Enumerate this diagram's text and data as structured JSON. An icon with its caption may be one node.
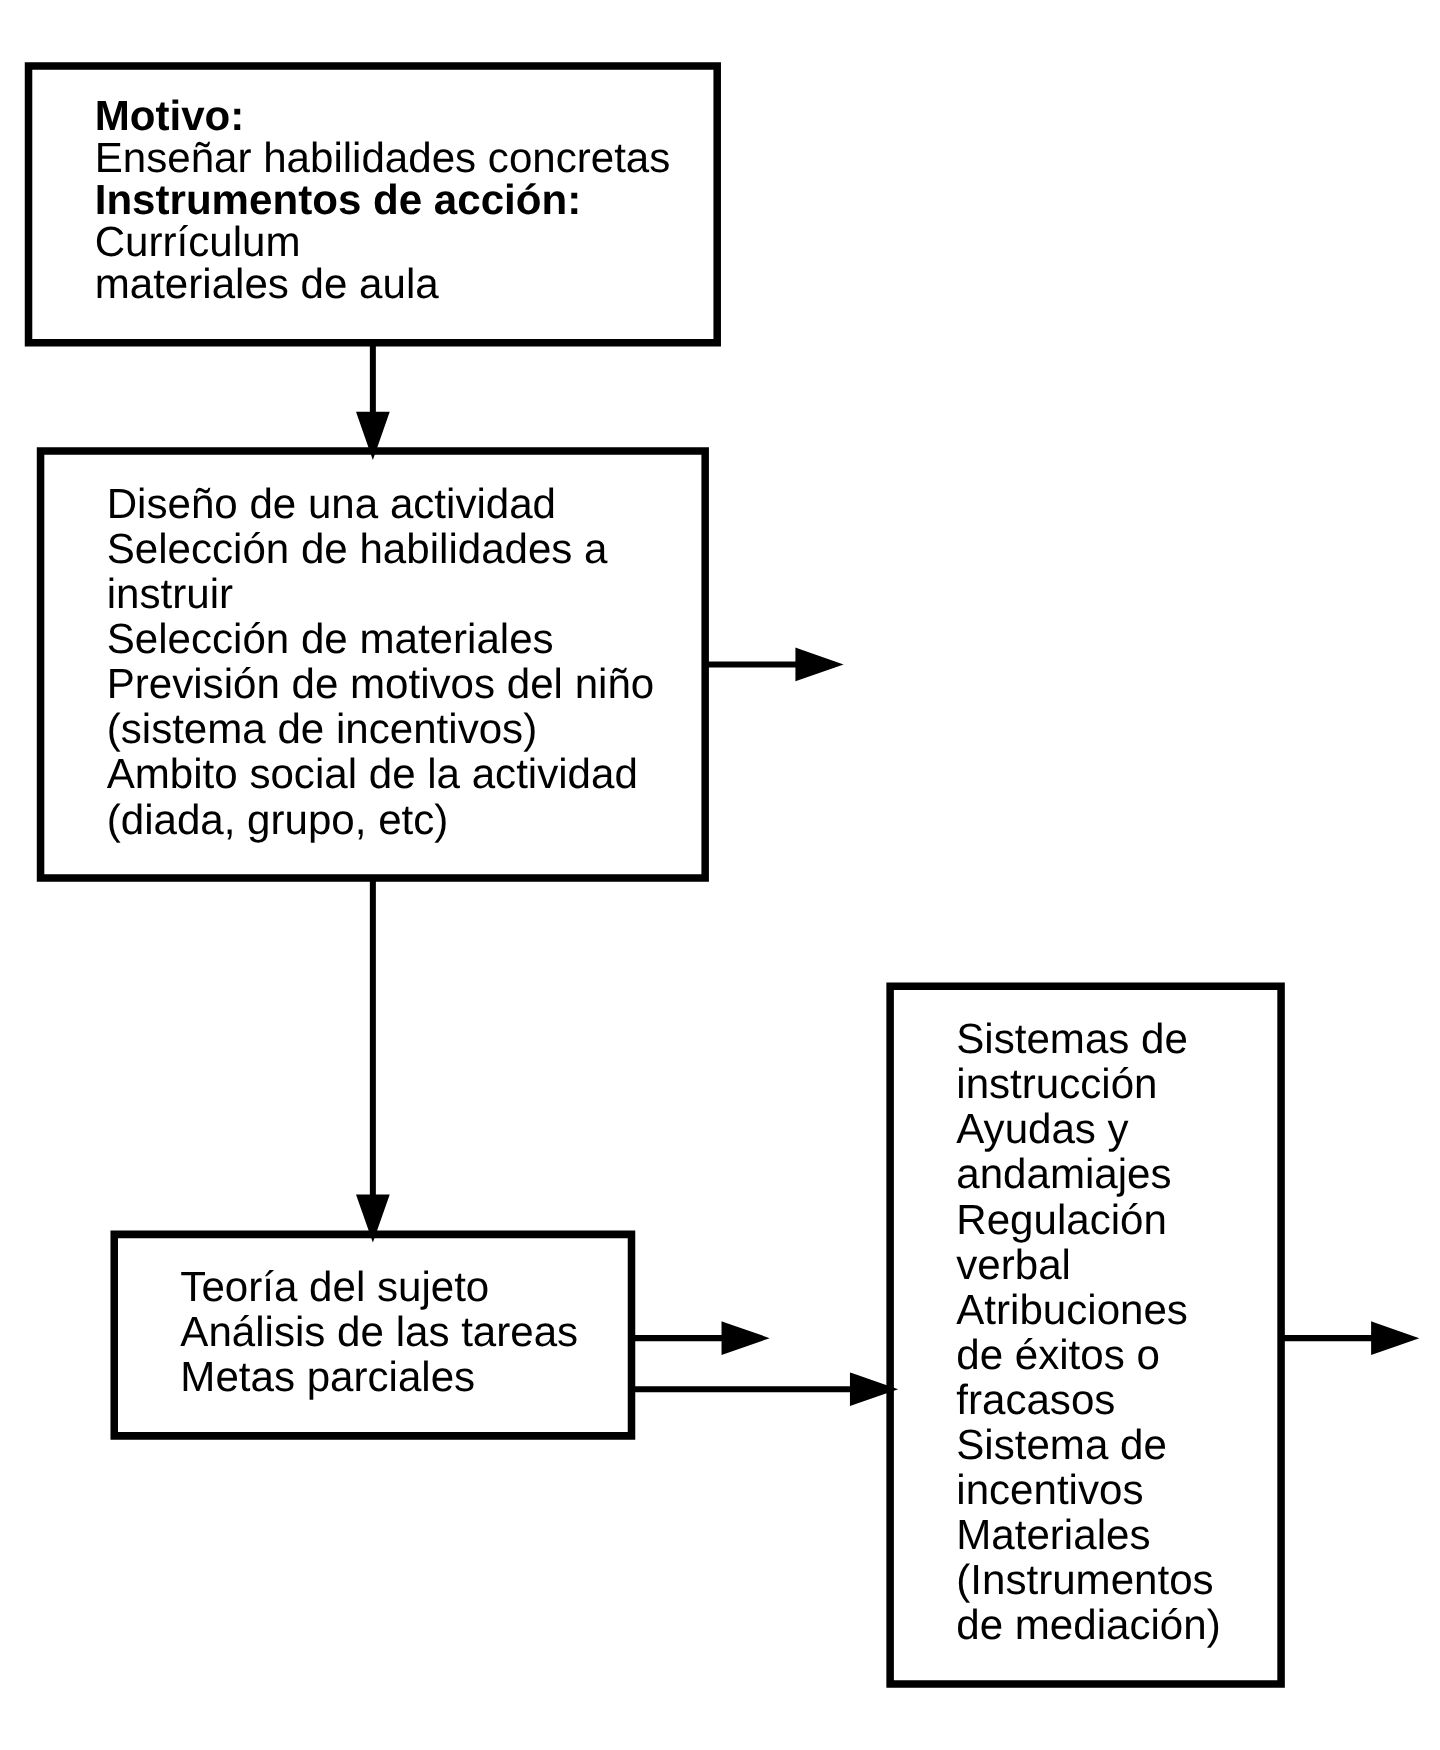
{
  "diagram": {
    "nodes": [
      {
        "text": [
          "Motivo:",
          "Enseñar habilidades concretas",
          "Instrumentos de acción:",
          "Currículum",
          "materiales de aula"
        ]
      },
      {
        "text": [
          "Diseño de una actividad",
          "Selección de habilidades a instruir",
          "Selección de materiales",
          "Previsión de motivos del niño (sistema de incentivos)",
          "Ambito social de la actividad (diada, grupo, etc)"
        ]
      },
      {
        "text": [
          "Teoría del sujeto",
          "Análisis de las tareas",
          "Metas parciales"
        ]
      },
      {
        "text": [
          "Sistemas de instrucción",
          "Ayudas y andamiajes",
          "Regulación verbal",
          "Atribuciones de éxitos o fracasos",
          "Sistema de incentivos",
          "Materiales (Instrumentos de mediación)"
        ]
      }
    ],
    "edges": [
      {
        "from": 0,
        "to": 1,
        "arrow": "to"
      },
      {
        "from": 1,
        "to": null,
        "arrow": "to"
      },
      {
        "from": 1,
        "to": 2,
        "arrow": "to"
      },
      {
        "from": 2,
        "to": null,
        "arrow": "to"
      },
      {
        "from": 2,
        "to": 3,
        "arrow": "to"
      },
      {
        "from": 3,
        "to": null,
        "arrow": "to"
      }
    ]
  }
}
